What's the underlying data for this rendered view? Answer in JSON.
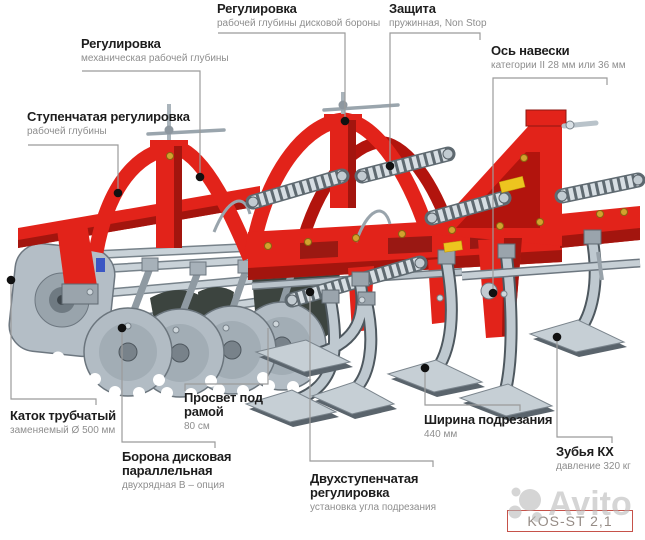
{
  "diagram_title": "",
  "callouts": [
    {
      "id": "stepped-adjustment",
      "title": "Ступенчатая регулировка",
      "subtitle": "рабочей глубины"
    },
    {
      "id": "mechanical-adjustment",
      "title": "Регулировка",
      "subtitle": "механическая рабочей глубины"
    },
    {
      "id": "disc-depth-adjustment",
      "title": "Регулировка",
      "subtitle": "рабочей глубины дисковой бороны"
    },
    {
      "id": "protection",
      "title": "Защита",
      "subtitle": "пружинная, Non Stop"
    },
    {
      "id": "hitch-axis",
      "title": "Ось навески",
      "subtitle": "категории II 28 мм или 36 мм"
    },
    {
      "id": "tube-roller",
      "title": "Каток трубчатый",
      "subtitle": "заменяемый Ø 500 мм"
    },
    {
      "id": "frame-clearance",
      "title": "Просвет под\nрамой",
      "subtitle": "80 см"
    },
    {
      "id": "disc-harrow",
      "title": "Борона дисковая\nпараллельная",
      "subtitle": "двухрядная В – опция"
    },
    {
      "id": "two-step-adjustment",
      "title": "Двухступенчатая\nрегулировка",
      "subtitle": "установка угла подрезания"
    },
    {
      "id": "cutting-width",
      "title": "Ширина подрезания",
      "subtitle": "440 мм"
    },
    {
      "id": "kx-teeth",
      "title": "Зубья КХ",
      "subtitle": "давление 320 кг"
    }
  ],
  "model_box": {
    "label": "KOS-ST 2,1"
  },
  "watermark": {
    "text": "Avito"
  },
  "colors": {
    "frame_red": "#e2231a",
    "frame_red_dark": "#a3150e",
    "steel_gray": "#b9c3ca",
    "callout_line": "#9b9b9b",
    "title_text": "#1d1d1d",
    "subtitle_text": "#8e8e8e",
    "model_border": "#c6524a",
    "model_text": "#968c86",
    "watermark_gray": "#b7b7b7"
  }
}
